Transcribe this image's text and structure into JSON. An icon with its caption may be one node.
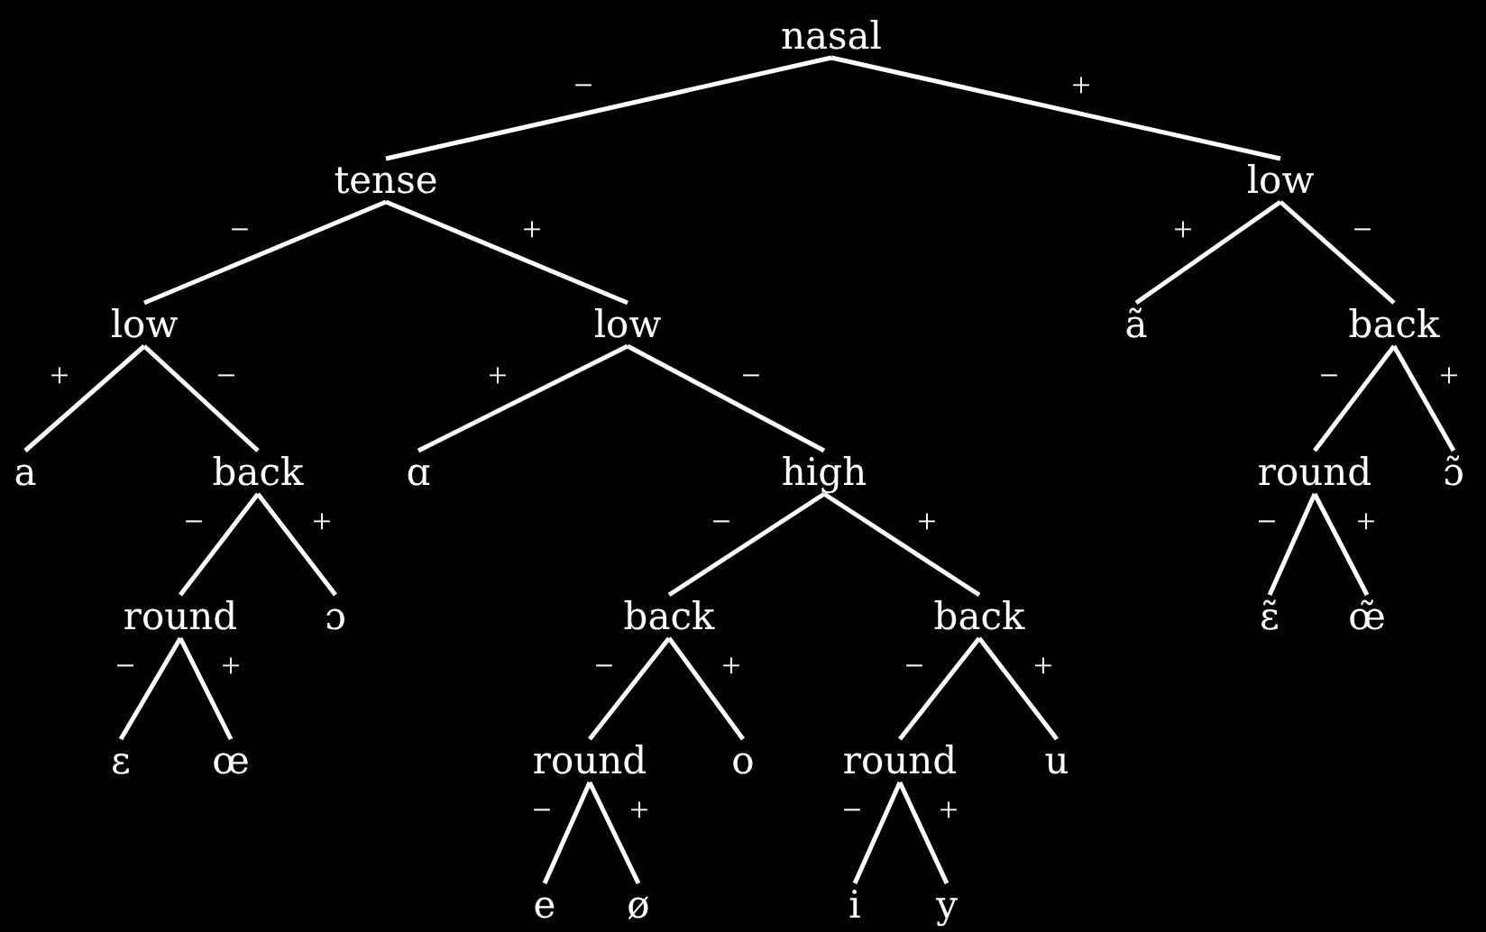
{
  "diagram": {
    "nodes": [
      {
        "text": [
          "nasal"
        ]
      },
      {
        "text": [
          "tense"
        ]
      },
      {
        "text": [
          "low"
        ]
      },
      {
        "text": [
          "low"
        ]
      },
      {
        "text": [
          "low"
        ]
      },
      {
        "text": [
          "ã"
        ]
      },
      {
        "text": [
          "back"
        ]
      },
      {
        "text": [
          "a"
        ]
      },
      {
        "text": [
          "back"
        ]
      },
      {
        "text": [
          "ɑ"
        ]
      },
      {
        "text": [
          "high"
        ]
      },
      {
        "text": [
          "round"
        ]
      },
      {
        "text": [
          "ɔ̃"
        ]
      },
      {
        "text": [
          "round"
        ]
      },
      {
        "text": [
          "ɔ"
        ]
      },
      {
        "text": [
          "back"
        ]
      },
      {
        "text": [
          "back"
        ]
      },
      {
        "text": [
          "ɛ̃"
        ]
      },
      {
        "text": [
          "œ̃"
        ]
      },
      {
        "text": [
          "ɛ"
        ]
      },
      {
        "text": [
          "œ"
        ]
      },
      {
        "text": [
          "round"
        ]
      },
      {
        "text": [
          "o"
        ]
      },
      {
        "text": [
          "round"
        ]
      },
      {
        "text": [
          "u"
        ]
      },
      {
        "text": [
          "e"
        ]
      },
      {
        "text": [
          "ø"
        ]
      },
      {
        "text": [
          "i"
        ]
      },
      {
        "text": [
          "y"
        ]
      }
    ],
    "edges": [
      {
        "from": 0,
        "to": 1,
        "arrow": "none",
        "label": "−"
      },
      {
        "from": 0,
        "to": 2,
        "arrow": "none",
        "label": "+"
      },
      {
        "from": 1,
        "to": 3,
        "arrow": "none",
        "label": "−"
      },
      {
        "from": 1,
        "to": 4,
        "arrow": "none",
        "label": "+"
      },
      {
        "from": 2,
        "to": 5,
        "arrow": "none",
        "label": "+"
      },
      {
        "from": 2,
        "to": 6,
        "arrow": "none",
        "label": "−"
      },
      {
        "from": 3,
        "to": 7,
        "arrow": "none",
        "label": "+"
      },
      {
        "from": 3,
        "to": 8,
        "arrow": "none",
        "label": "−"
      },
      {
        "from": 4,
        "to": 9,
        "arrow": "none",
        "label": "+"
      },
      {
        "from": 4,
        "to": 10,
        "arrow": "none",
        "label": "−"
      },
      {
        "from": 6,
        "to": 11,
        "arrow": "none",
        "label": "−"
      },
      {
        "from": 6,
        "to": 12,
        "arrow": "none",
        "label": "+"
      },
      {
        "from": 8,
        "to": 13,
        "arrow": "none",
        "label": "−"
      },
      {
        "from": 8,
        "to": 14,
        "arrow": "none",
        "label": "+"
      },
      {
        "from": 10,
        "to": 15,
        "arrow": "none",
        "label": "−"
      },
      {
        "from": 10,
        "to": 16,
        "arrow": "none",
        "label": "+"
      },
      {
        "from": 11,
        "to": 17,
        "arrow": "none",
        "label": "−"
      },
      {
        "from": 11,
        "to": 18,
        "arrow": "none",
        "label": "+"
      },
      {
        "from": 13,
        "to": 19,
        "arrow": "none",
        "label": "−"
      },
      {
        "from": 13,
        "to": 20,
        "arrow": "none",
        "label": "+"
      },
      {
        "from": 15,
        "to": 21,
        "arrow": "none",
        "label": "−"
      },
      {
        "from": 15,
        "to": 22,
        "arrow": "none",
        "label": "+"
      },
      {
        "from": 16,
        "to": 23,
        "arrow": "none",
        "label": "−"
      },
      {
        "from": 16,
        "to": 24,
        "arrow": "none",
        "label": "+"
      },
      {
        "from": 21,
        "to": 25,
        "arrow": "none",
        "label": "−"
      },
      {
        "from": 21,
        "to": 26,
        "arrow": "none",
        "label": "+"
      },
      {
        "from": 23,
        "to": 27,
        "arrow": "none",
        "label": "−"
      },
      {
        "from": 23,
        "to": 28,
        "arrow": "none",
        "label": "+"
      }
    ]
  }
}
